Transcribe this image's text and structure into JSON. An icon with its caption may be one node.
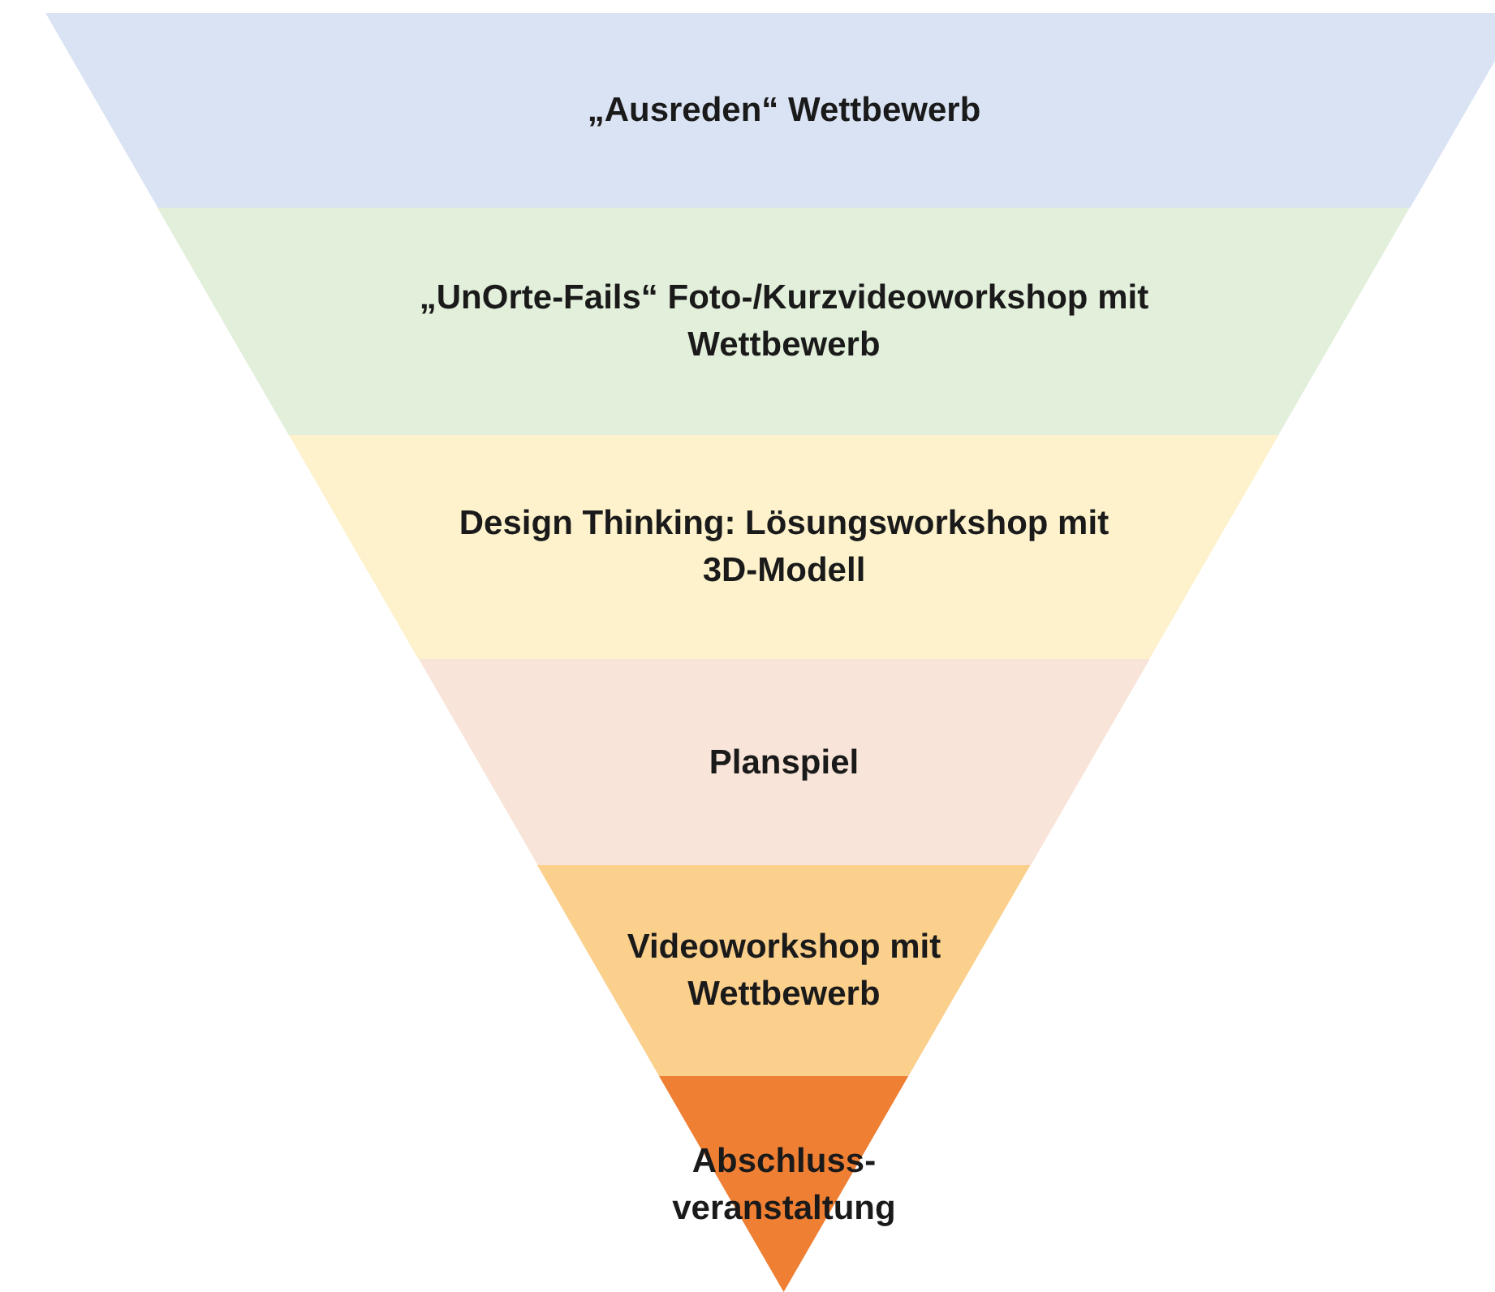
{
  "diagram": {
    "nodes": [
      {
        "text": [
          "„Ausreden“ Wettbewerb"
        ]
      },
      {
        "text": [
          "„UnOrte-Fails“ Foto-/Kurzvideoworkshop mit Wettbewerb"
        ]
      },
      {
        "text": [
          "Design Thinking: Lösungsworkshop mit 3D-Modell"
        ]
      },
      {
        "text": [
          "Planspiel"
        ]
      },
      {
        "text": [
          "Videoworkshop mit Wettbewerb"
        ]
      },
      {
        "text": [
          "Abschluss- veranstaltung"
        ]
      }
    ]
  }
}
